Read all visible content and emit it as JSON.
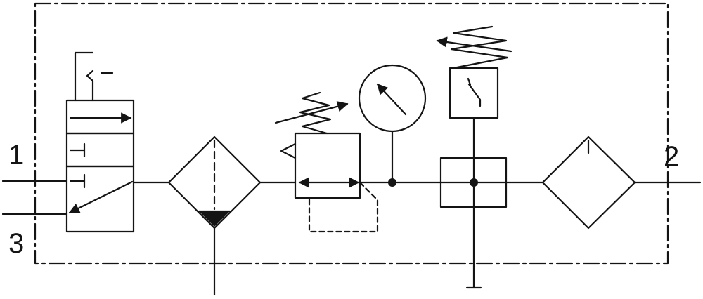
{
  "diagram": {
    "type": "pneumatic-schematic",
    "line_color": "#141414",
    "background": "#ffffff",
    "ports": [
      {
        "id": "port-1",
        "label": "1"
      },
      {
        "id": "port-2",
        "label": "2"
      },
      {
        "id": "port-3",
        "label": "3"
      }
    ],
    "components": [
      "shut-off-valve",
      "filter-with-water-separator",
      "pressure-regulator",
      "pressure-gauge",
      "pressure-switch",
      "branching-module",
      "filter"
    ]
  }
}
